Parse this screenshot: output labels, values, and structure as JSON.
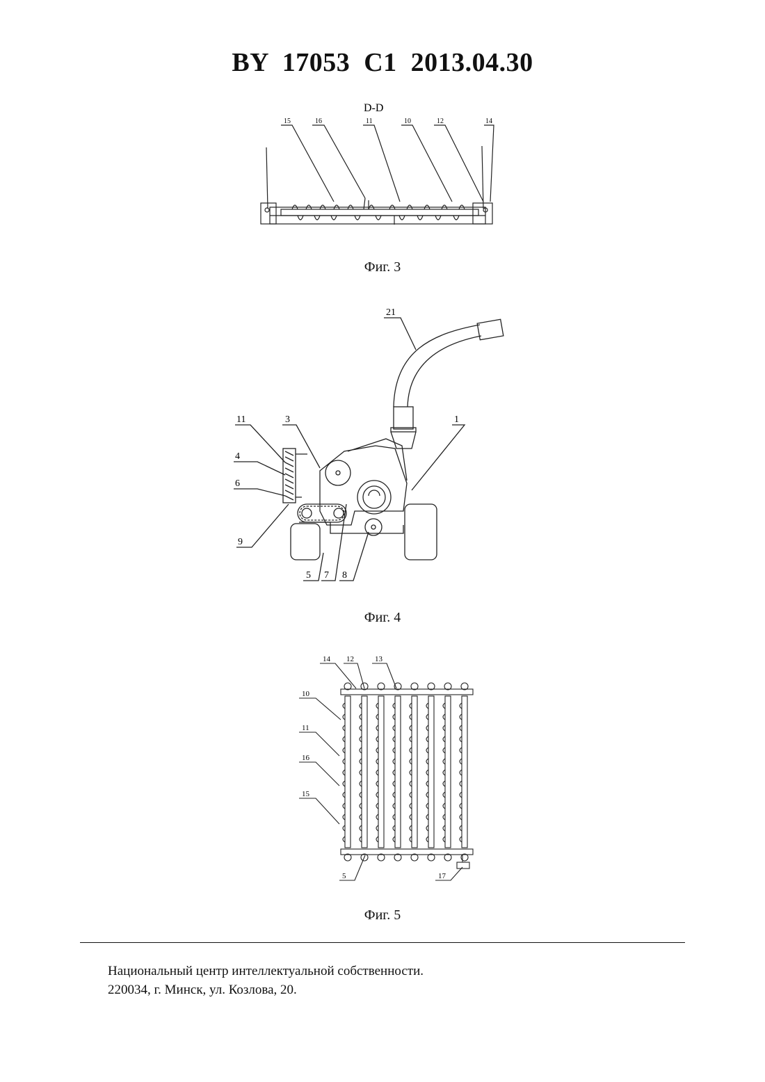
{
  "header": {
    "title": "BY 17053 C1 2013.04.30"
  },
  "figure3": {
    "section_label": "D-D",
    "caption": "Фиг. 3",
    "callouts": [
      "15",
      "16",
      "11",
      "10",
      "12",
      "14"
    ]
  },
  "figure4": {
    "caption": "Фиг. 4",
    "callouts": [
      "21",
      "11",
      "3",
      "1",
      "4",
      "6",
      "9",
      "5",
      "7",
      "8"
    ]
  },
  "figure5": {
    "caption": "Фиг. 5",
    "callouts": [
      "14",
      "12",
      "13",
      "10",
      "11",
      "16",
      "15",
      "5",
      "17"
    ]
  },
  "footer": {
    "line1": "Национальный центр интеллектуальной собственности.",
    "line2": "220034, г. Минск, ул. Козлова, 20."
  }
}
